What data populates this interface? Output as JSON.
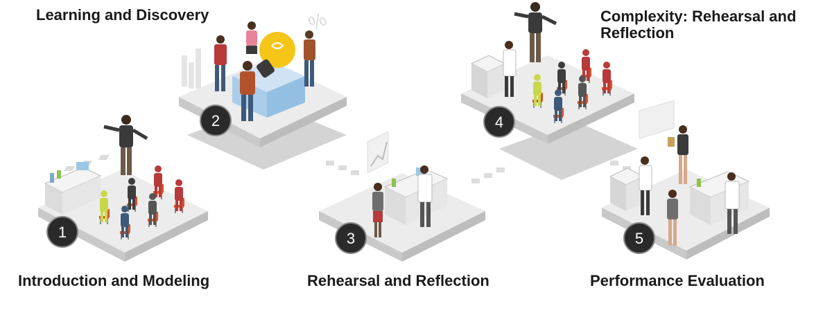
{
  "stages": [
    {
      "number": "1",
      "label": "Introduction and Modeling"
    },
    {
      "number": "2",
      "label": "Learning and Discovery"
    },
    {
      "number": "3",
      "label": "Rehearsal and Reflection"
    },
    {
      "number": "4",
      "label": "Complexity: Rehearsal and",
      "label_line2": "Reflection"
    },
    {
      "number": "5",
      "label": "Performance Evaluation"
    }
  ],
  "decor": {
    "percent_sign": "%"
  },
  "colors": {
    "platform_top": "#ececec",
    "platform_side": "#c9c9c9",
    "badge": "#2a2a2a",
    "chair": "#d9532b",
    "bulb": "#f5c518",
    "table_blue": "#a9cdea",
    "shadow": "#cfcfcf"
  }
}
